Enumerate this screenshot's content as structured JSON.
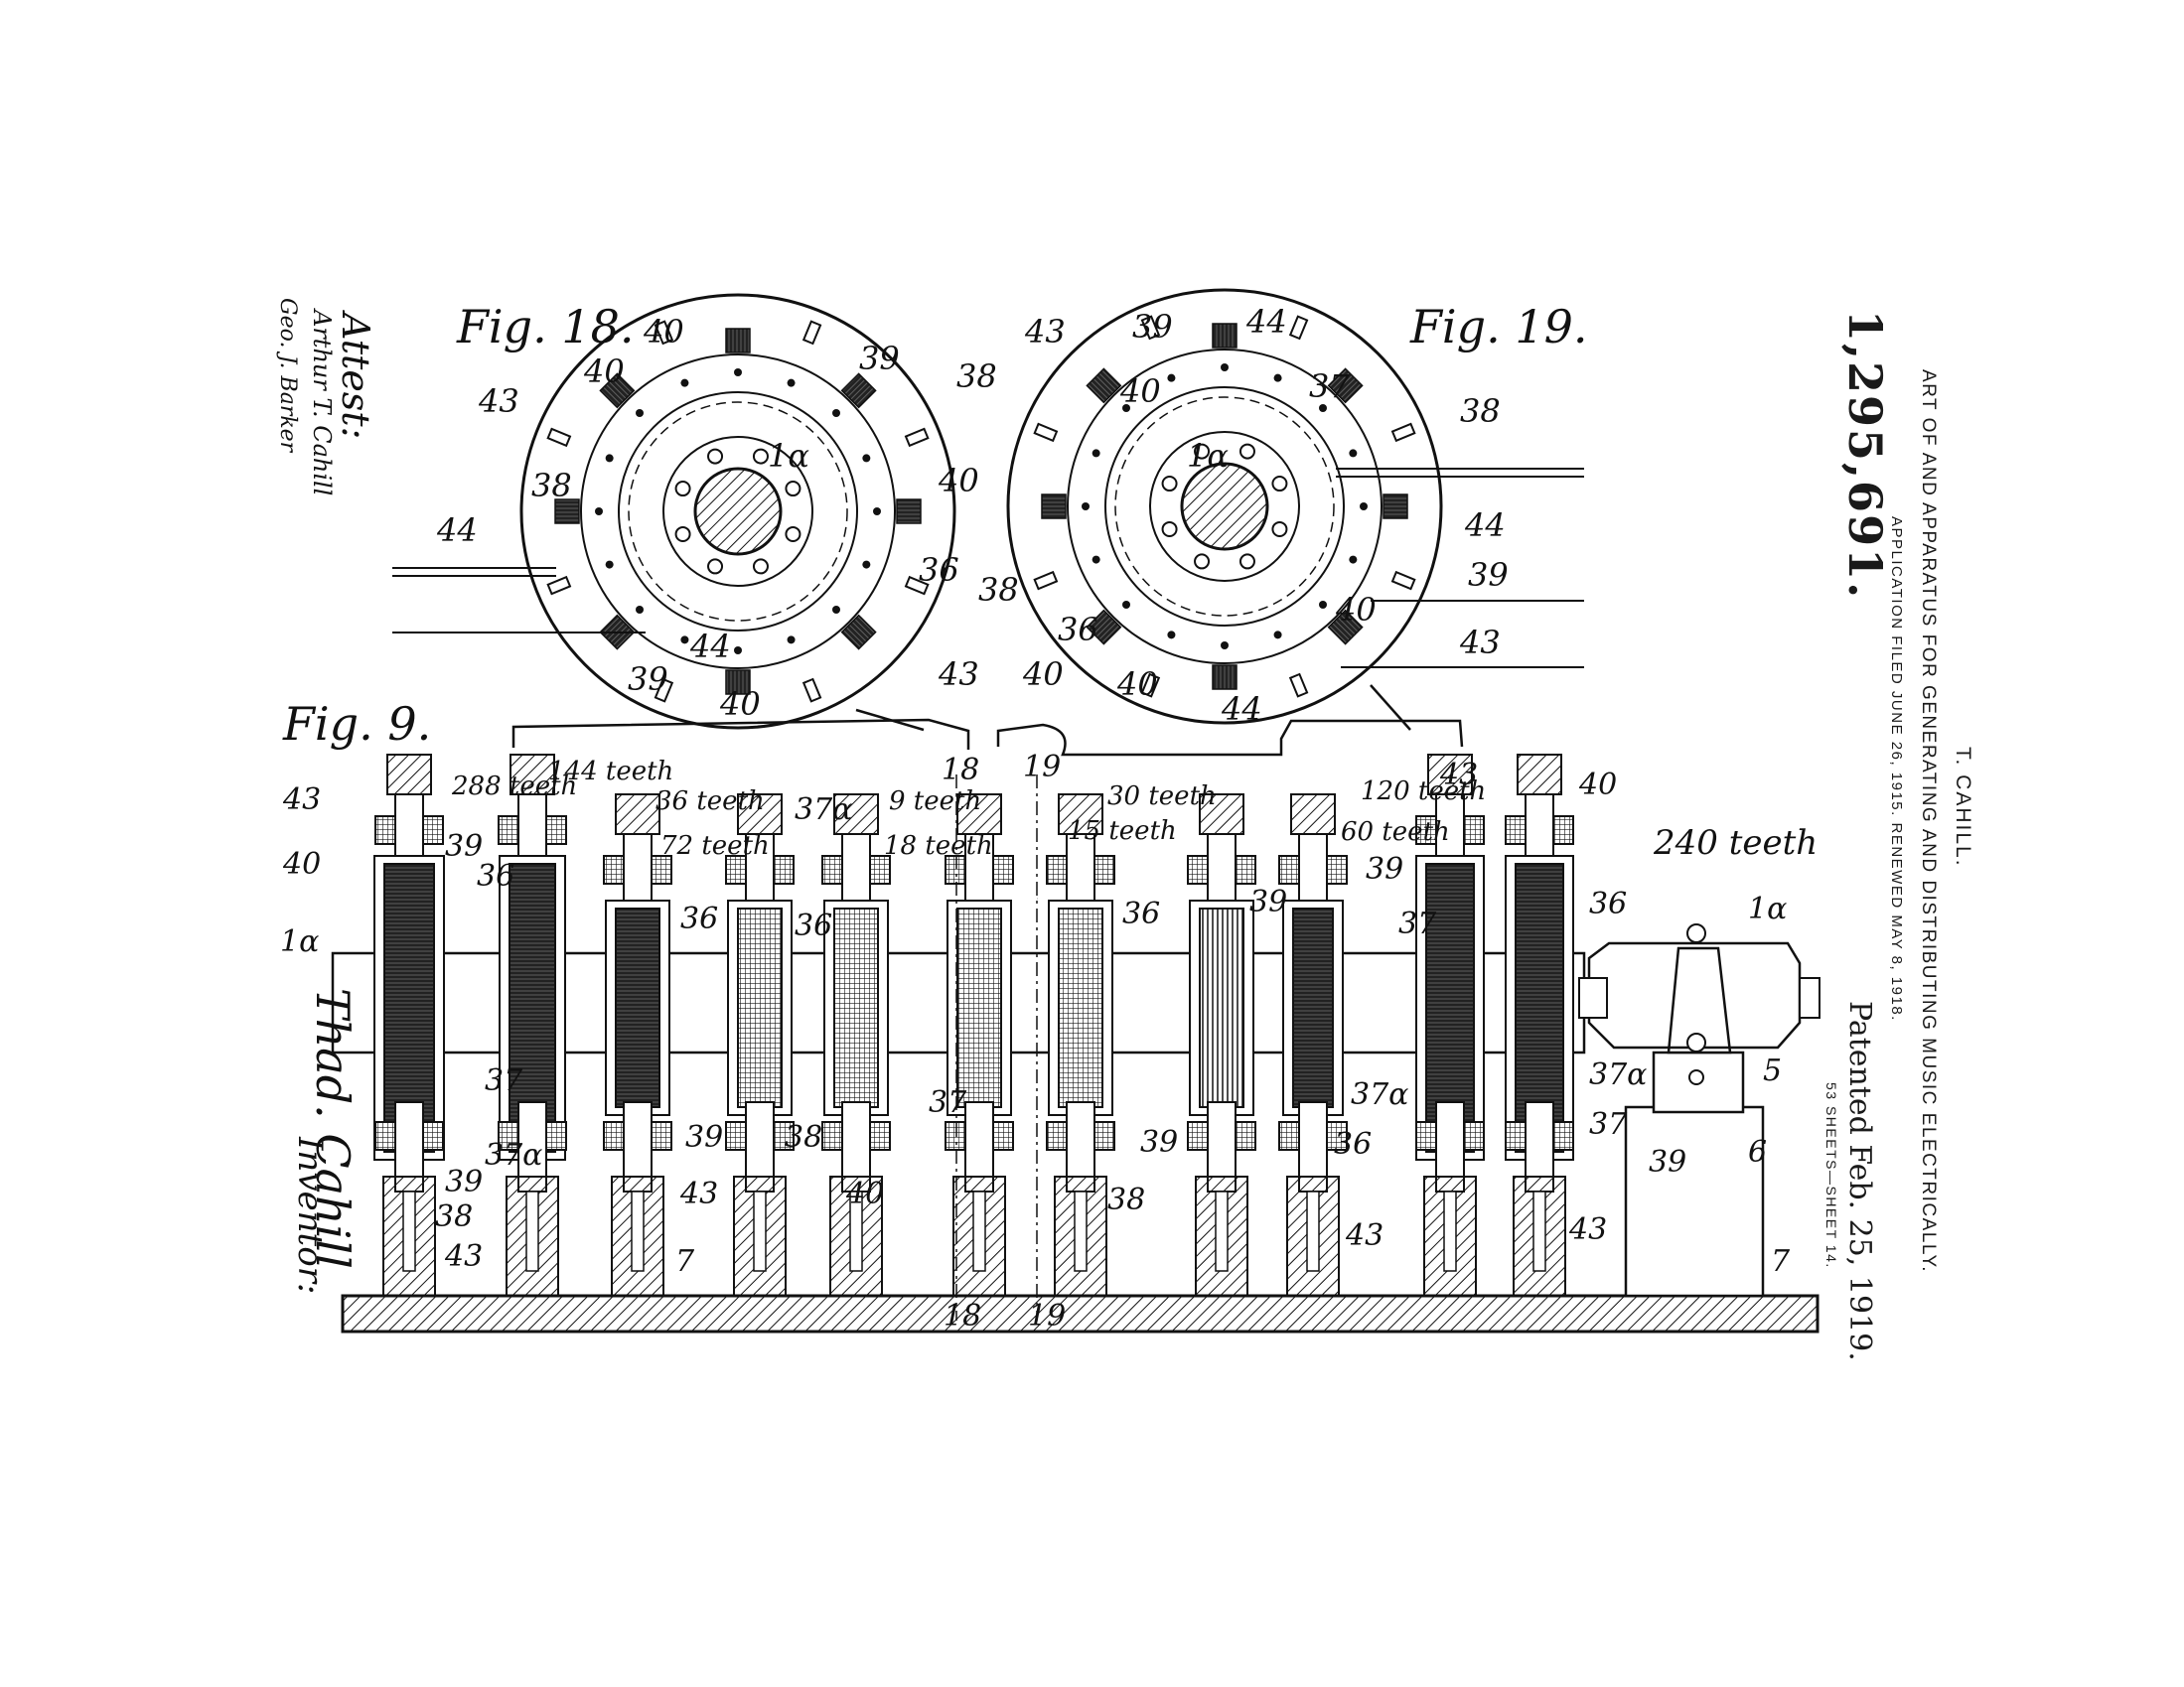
{
  "header": {
    "patent_number": "1,295,691.",
    "inventor": "T. CAHILL.",
    "title": "ART OF AND APPARATUS FOR GENERATING AND DISTRIBUTING MUSIC ELECTRICALLY.",
    "application": "APPLICATION FILED JUNE 26, 1915. RENEWED MAY 8, 1918.",
    "patented": "Patented Feb. 25, 1919.",
    "sheets": "53 SHEETS—SHEET 14."
  },
  "attest": {
    "label": "Attest:",
    "signature_1": "Arthur T. Cahill",
    "signature_2": "Geo. J. Barker"
  },
  "inventor_block": {
    "label": "Inventor:",
    "signature": "Thad. Cahill"
  },
  "figures": {
    "fig18": {
      "title": "Fig. 18.",
      "callouts": [
        "40",
        "40",
        "39",
        "43",
        "38",
        "38",
        "40",
        "44",
        "1α",
        "36",
        "39",
        "40",
        "44",
        "43"
      ]
    },
    "fig19": {
      "title": "Fig. 19.",
      "callouts": [
        "43",
        "39",
        "44",
        "40",
        "37",
        "38",
        "1α",
        "44",
        "38",
        "39",
        "36",
        "40",
        "40",
        "40",
        "44",
        "43"
      ]
    },
    "fig9": {
      "title": "Fig. 9.",
      "teeth_labels": [
        "288 teeth",
        "144 teeth",
        "36 teeth",
        "72 teeth",
        "18 teeth",
        "9 teeth",
        "30 teeth",
        "15 teeth",
        "120 teeth",
        "60 teeth",
        "240 teeth"
      ],
      "callouts": [
        "43",
        "40",
        "39",
        "36",
        "1α",
        "37",
        "37α",
        "39",
        "38",
        "43",
        "36",
        "43",
        "40",
        "37α",
        "36",
        "39",
        "38",
        "37",
        "18",
        "19",
        "36",
        "39",
        "38",
        "39",
        "39",
        "37",
        "43",
        "37α",
        "36",
        "43",
        "40",
        "36",
        "1α",
        "5",
        "37α",
        "37",
        "39",
        "6",
        "43",
        "7",
        "7",
        "18",
        "19"
      ]
    }
  }
}
